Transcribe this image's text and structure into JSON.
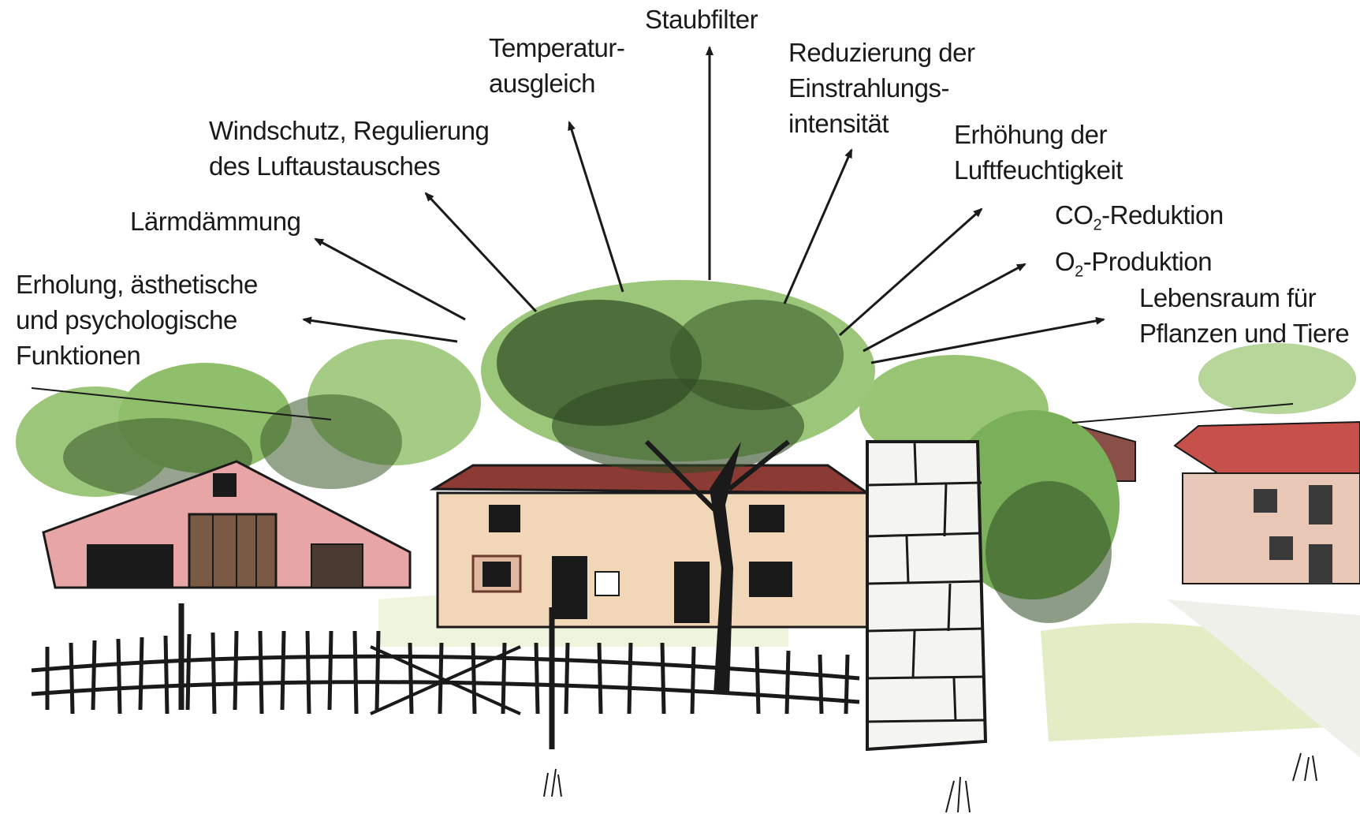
{
  "labels": {
    "staubfilter": [
      "Staubfilter"
    ],
    "temperatur": [
      "Temperatur-",
      "ausgleich"
    ],
    "reduzierung": [
      "Reduzierung der",
      "Einstrahlungs-",
      "intensität"
    ],
    "windschutz": [
      "Windschutz, Regulierung",
      "des Luftaustausches"
    ],
    "erhoehung": [
      "Erhöhung der",
      "Luftfeuchtigkeit"
    ],
    "laermdaemmung": [
      "Lärmdämmung"
    ],
    "co2": {
      "pre": "CO",
      "sub": "2",
      "post": "-Reduktion"
    },
    "o2": {
      "pre": "O",
      "sub": "2",
      "post": "-Produktion"
    },
    "erholung": [
      "Erholung, ästhetische",
      "und psychologische",
      "Funktionen"
    ],
    "lebensraum": [
      "Lebensraum für",
      "Pflanzen und Tiere"
    ]
  },
  "colors": {
    "ink": "#1a1a1a",
    "foliage": "#8fbf6a",
    "foliage_dark": "#2e4a22",
    "barn_pink": "#e8a5a5",
    "house_beige": "#f1d6b8",
    "roof_red": "#b5463e",
    "stone": "#f4f4f0",
    "grass": "#dbe8b8"
  },
  "icons": [
    "tree-illustration",
    "barn-illustration",
    "farmhouse-illustration",
    "stone-pillar-illustration",
    "fence-illustration"
  ]
}
